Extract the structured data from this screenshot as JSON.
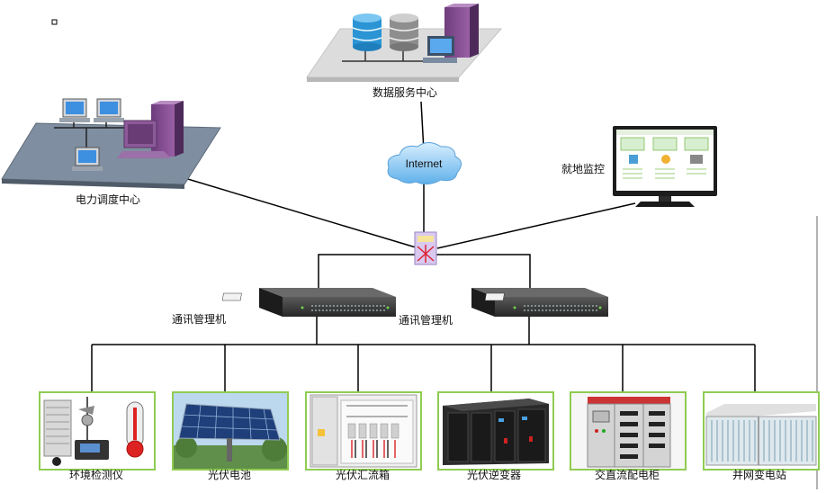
{
  "nodes": {
    "data_center": "数据服务中心",
    "dispatch_center": "电力调度中心",
    "local_monitor": "就地监控",
    "internet": "Internet",
    "comm_manager_left": "通讯管理机",
    "comm_manager_right": "通讯管理机"
  },
  "devices": [
    {
      "label": "环境检测仪",
      "icon": "weather-station-icon"
    },
    {
      "label": "光伏电池",
      "icon": "solar-panel-icon"
    },
    {
      "label": "光伏汇流箱",
      "icon": "combiner-box-icon"
    },
    {
      "label": "光伏逆变器",
      "icon": "inverter-icon"
    },
    {
      "label": "交直流配电柜",
      "icon": "distribution-cabinet-icon"
    },
    {
      "label": "并网变电站",
      "icon": "substation-icon"
    }
  ],
  "colors": {
    "frame_border": "#8fcc52",
    "line": "#000000"
  }
}
